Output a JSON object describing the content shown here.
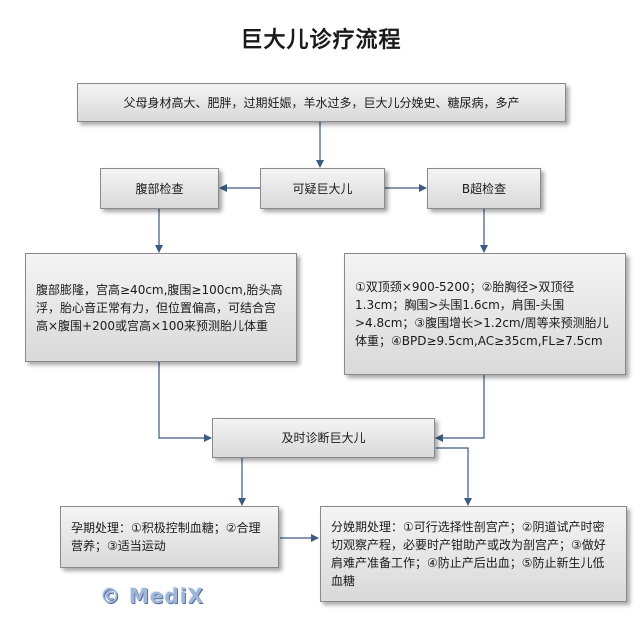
{
  "title": "巨大儿诊疗流程",
  "nodes": {
    "risk_factors": "父母身材高大、肥胖，过期妊娠，羊水过多，巨大儿分娩史、糖尿病，多产",
    "abdominal_exam": "腹部检查",
    "suspected": "可疑巨大儿",
    "ultrasound": "B超检查",
    "abdominal_findings": "腹部膨隆，宫高≥40cm,腹围≥100cm,胎头高浮，胎心音正常有力，但位置偏高，可结合宫高×腹围+200或宫高×100来预测胎儿体重",
    "ultrasound_findings": "①双顶颈×900-5200；②胎胸径>双顶径1.3cm；胸围>头围1.6cm，肩围-头围>4.8cm；③腹围增长>1.2cm/周等来预测胎儿体重；④BPD≥9.5cm,AC≥35cm,FL≥7.5cm",
    "diagnosis": "及时诊断巨大儿",
    "pregnancy_management": "孕期处理：①积极控制血糖；②合理营养；③适当运动",
    "delivery_management": "分娩期处理：①可行选择性剖宫产；②阴道试产时密切观察产程，必要时产钳助产或改为剖宫产；③做好肩难产准备工作；④防止产后出血；⑤防止新生儿低血糖"
  },
  "watermark": "© MediX"
}
